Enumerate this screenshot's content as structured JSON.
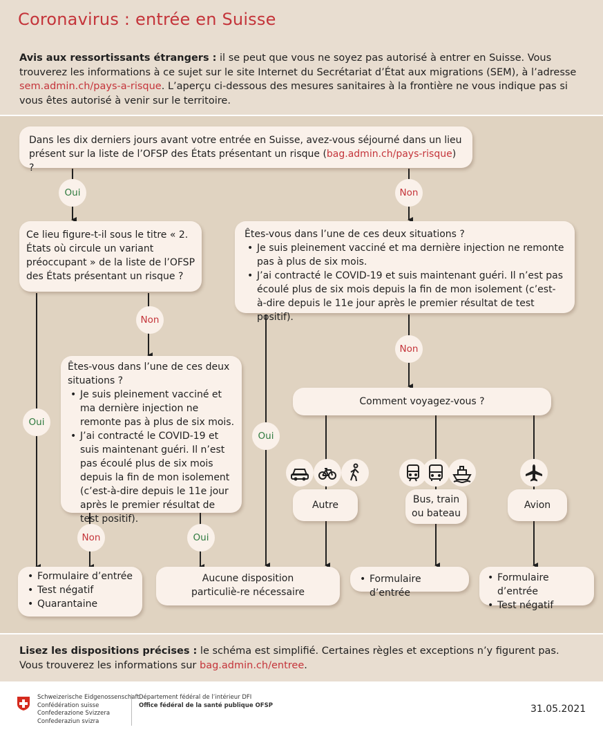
{
  "header": {
    "title": "Coronavirus : entrée en Suisse"
  },
  "notice": {
    "bold": "Avis aux ressortissants étrangers :",
    "text1": " il se peut que vous ne soyez pas autorisé à entrer en Suisse. Vous trouverez les informations à ce sujet sur le site Internet du Secrétariat d’État aux migrations (SEM), à l’adresse ",
    "link": "sem.admin.ch/pays-a-risque",
    "text2": ". L’aperçu ci-dessous des mesures sanitaires à la frontière ne vous indique pas si vous êtes autorisé à venir sur le territoire."
  },
  "q1": {
    "text1": "Dans les dix derniers jours avant votre entrée en Suisse, avez-vous séjourné dans un lieu présent sur la liste de l’OFSP des États présentant un risque (",
    "link": "bag.admin.ch/pays-risque",
    "text2": ") ?"
  },
  "labels": {
    "oui": "Oui",
    "non": "Non"
  },
  "q2": "Ce lieu figure-t-il sous le titre « 2. États où circule un variant préoccupant » de la liste de l’OFSP des États présentant un risque ?",
  "q3": {
    "title": "Êtes-vous dans l’une de ces deux situations ?",
    "items": [
      "Je suis pleinement vacciné et  ma dernière injection ne remonte pas à plus de six mois.",
      "J’ai contracté le COVID-19 et suis maintenant guéri. Il n’est pas écoulé plus de six mois depuis la fin de mon isolement (c’est-à-dire depuis le 11e jour après le premier résultat de test positif)."
    ]
  },
  "q4": {
    "title": "Êtes-vous dans l’une de ces deux situations ?",
    "items": [
      "Je suis pleinement vacciné et ma dernière injection ne remonte pas à plus de six mois.",
      "J’ai contracté le COVID-19 et suis maintenant guéri. Il n’est pas écoulé plus de six mois depuis la fin de mon isolement (c’est-à-dire depuis le 11e jour après le premier résultat de test positif)."
    ]
  },
  "travel": {
    "question": "Comment voyagez-vous ?",
    "autre": "Autre",
    "bus": "Bus, train ou bateau",
    "avion": "Avion",
    "icons": [
      "car-icon",
      "bicycle-icon",
      "walking-icon",
      "train-icon",
      "bus-icon",
      "boat-icon",
      "plane-icon"
    ]
  },
  "results": {
    "r1": [
      "Formulaire d’entrée",
      "Test négatif",
      "Quarantaine"
    ],
    "r2": "Aucune disposition particuliè-re nécessaire",
    "r3": [
      "Formulaire d’entrée"
    ],
    "r4": [
      "Formulaire d’entrée",
      "Test négatif"
    ]
  },
  "bottom": {
    "bold": "Lisez les dispositions précises :",
    "text1": " le schéma est simplifié. Certaines règles et exceptions n’y figurent pas.",
    "text2": "Vous trouverez les informations sur ",
    "link": "bag.admin.ch/entree",
    "text3": "."
  },
  "footer": {
    "confed": [
      "Schweizerische Eidgenossenschaft",
      "Confédération suisse",
      "Confederazione Svizzera",
      "Confederaziun svizra"
    ],
    "dept": "Département fédéral de l’intérieur DFI",
    "office": "Office fédéral de la santé publique OFSP",
    "date": "31.05.2021"
  },
  "colors": {
    "accent": "#c4343a",
    "oui": "#2e7a3e",
    "panel": "#e0d3c1",
    "box": "#faf1ea"
  }
}
